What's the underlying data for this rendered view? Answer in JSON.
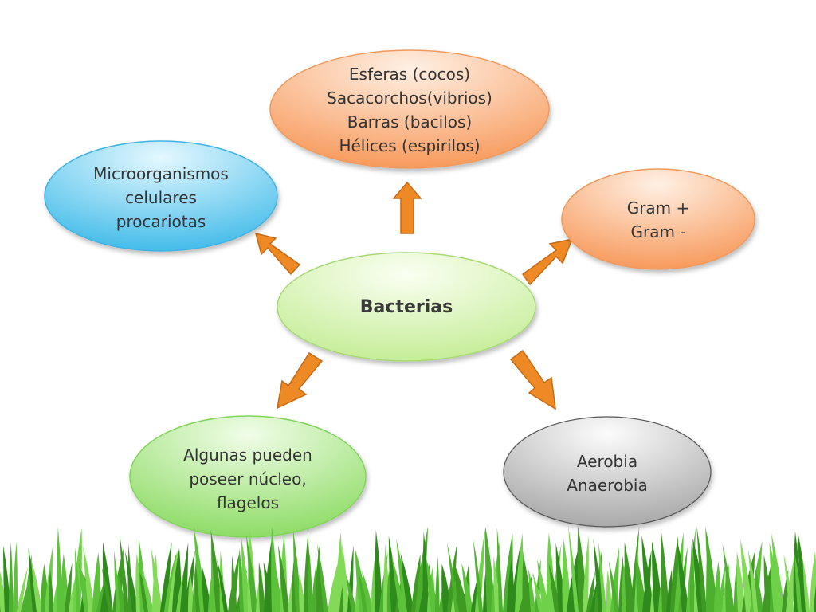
{
  "center": {
    "lines": [
      "Bacterias"
    ]
  },
  "nodes": [
    {
      "id": "forms",
      "lines": [
        "Esferas (cocos)",
        "Sacacorchos(vibrios)",
        "Barras (bacilos)",
        "Hélices (espirilos)"
      ]
    },
    {
      "id": "microorganisms",
      "lines": [
        "Microorganismos",
        "celulares",
        "procariotas"
      ]
    },
    {
      "id": "gram",
      "lines": [
        "Gram +",
        "Gram -"
      ]
    },
    {
      "id": "nucleus",
      "lines": [
        "Algunas pueden",
        "poseer núcleo,",
        "flagelos"
      ]
    },
    {
      "id": "respiration",
      "lines": [
        "Aerobia",
        "Anaerobia"
      ]
    }
  ],
  "colors": {
    "orange_node": "#f7a268",
    "blue_node": "#5cc6ee",
    "green_node": "#9ee27a",
    "center_node": "#c9f0a0",
    "gray_node": "#bdbdbd",
    "arrow": "#ee8a26",
    "grass": "#4caf2e"
  }
}
